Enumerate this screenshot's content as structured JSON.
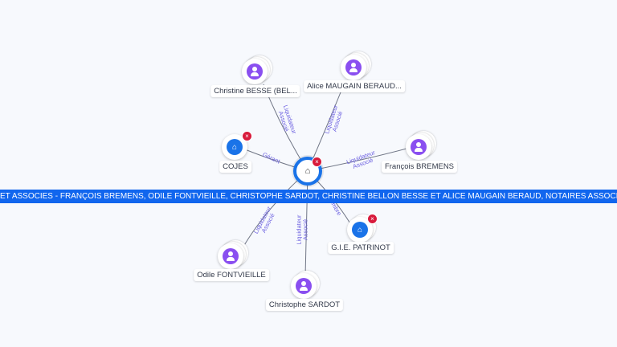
{
  "center": {
    "name": "ET ASSOCIES - FRANÇOIS BREMENS, ODILE FONTVIEILLE, CHRISTOPHE SARDOT, CHRISTINE BELLON BESSE ET ALICE MAUGAIN BERAUD, NOTAIRES ASSOCIÉS, SOCIÉTÉ",
    "icon": "company-icon",
    "badge": "×"
  },
  "nodes": [
    {
      "label": "Christine BESSE (BEL...",
      "type": "person",
      "edge_label_1": "Liquidateur",
      "edge_label_2": "Associé"
    },
    {
      "label": "Alice MAUGAIN BERAUD...",
      "type": "person",
      "edge_label_1": "Liquidateur",
      "edge_label_2": "Associé"
    },
    {
      "label": "COJES",
      "type": "company",
      "badge": "×",
      "edge_label_1": "Gérant"
    },
    {
      "label": "François BREMENS",
      "type": "person",
      "edge_label_1": "Liquidateur",
      "edge_label_2": "Associé"
    },
    {
      "label": "G.I.E. PATRINOT",
      "type": "company",
      "badge": "×",
      "edge_label_1": "Membre"
    },
    {
      "label": "Odile FONTVIEILLE",
      "type": "person",
      "edge_label_1": "Liquidateur",
      "edge_label_2": "Associé"
    },
    {
      "label": "Christophe SARDOT",
      "type": "person",
      "edge_label_1": "Liquidateur",
      "edge_label_2": "Associé"
    }
  ],
  "colors": {
    "accent": "#1166ee",
    "person": "#8a4ff0",
    "badge": "#d81b3c",
    "edge_label": "#6b5fe0"
  }
}
